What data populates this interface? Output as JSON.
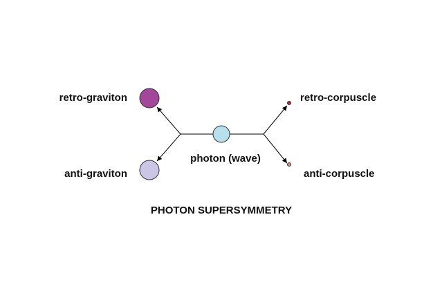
{
  "diagram": {
    "title": "PHOTON SUPERSYMMETRY",
    "center": {
      "label": "photon (wave)",
      "color": "#b6e1ec"
    },
    "retro_graviton": {
      "label": "retro-graviton",
      "color": "#a3479a"
    },
    "anti_graviton": {
      "label": "anti-graviton",
      "color": "#cbc5e6"
    },
    "retro_corpuscle": {
      "label": "retro-corpuscle",
      "color": "#b0303a"
    },
    "anti_corpuscle": {
      "label": "anti-corpuscle",
      "color": "#d98a84"
    },
    "edge_color": "#000000"
  }
}
